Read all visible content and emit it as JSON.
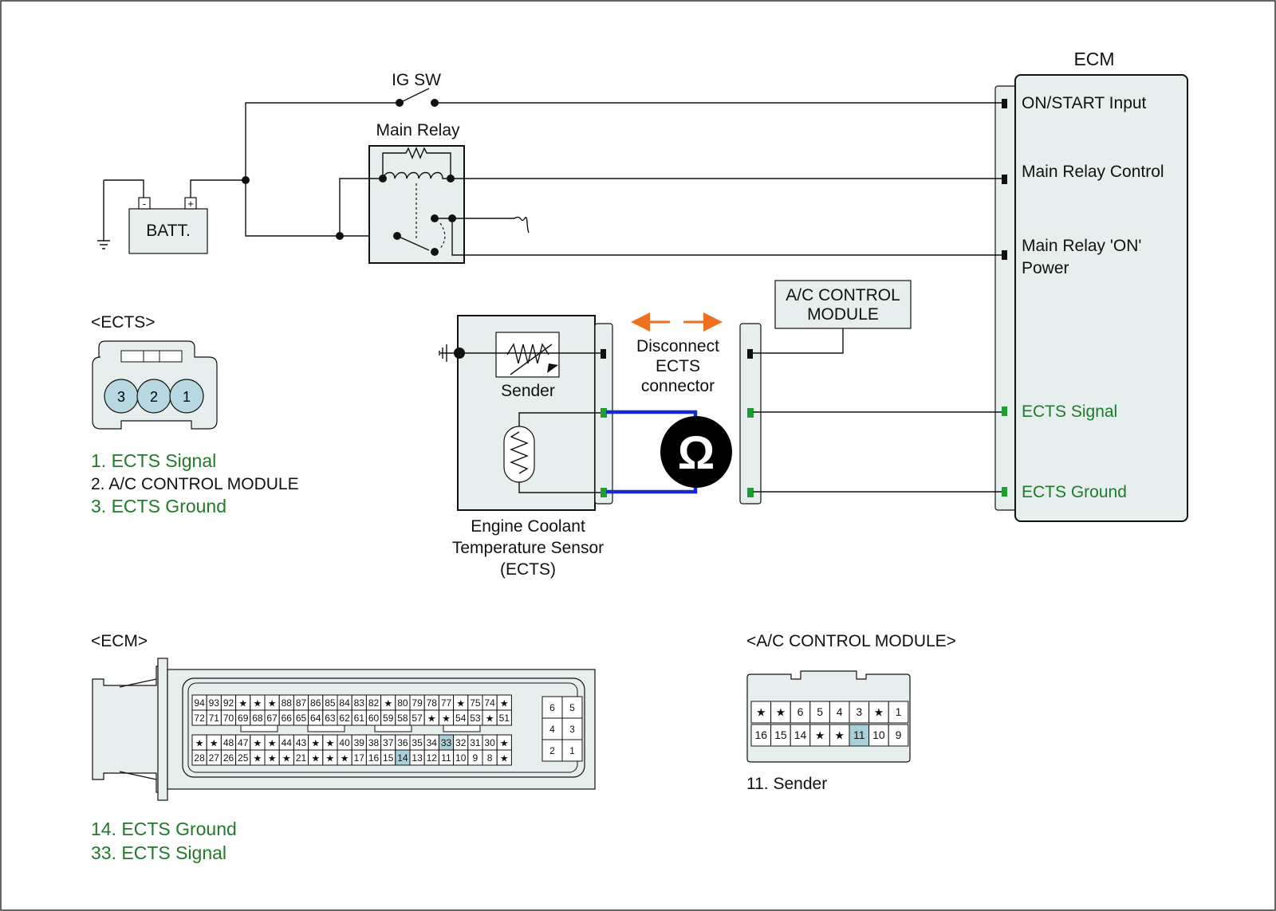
{
  "ecm": {
    "title": "ECM",
    "pins": {
      "on_start": "ON/START Input",
      "main_relay_control": "Main Relay Control",
      "main_relay_on_1": "Main Relay 'ON'",
      "main_relay_on_2": "Power",
      "ects_signal": "ECTS Signal",
      "ects_ground": "ECTS Ground"
    }
  },
  "power": {
    "ig_sw": "IG SW",
    "main_relay": "Main Relay",
    "battery": "BATT.",
    "minus": "-",
    "plus": "+"
  },
  "ac_module": {
    "line1": "A/C CONTROL",
    "line2": "MODULE"
  },
  "sender": {
    "label": "Sender"
  },
  "disconnect": {
    "line1": "Disconnect",
    "line2": "ECTS",
    "line3": "connector"
  },
  "ohm": "Ω",
  "ects_sensor": {
    "line1": "Engine Coolant",
    "line2": "Temperature Sensor",
    "line3": "(ECTS)"
  },
  "ects_connector": {
    "title": "<ECTS>",
    "pins": [
      "3",
      "2",
      "1"
    ],
    "legend": [
      {
        "text": "1. ECTS Signal",
        "color": "#1f7a2a"
      },
      {
        "text": "2. A/C CONTROL MODULE",
        "color": "#111111"
      },
      {
        "text": "3. ECTS Ground",
        "color": "#1f7a2a"
      }
    ]
  },
  "ecm_connector": {
    "title": "<ECM>",
    "row1": [
      "94",
      "93",
      "92",
      "★",
      "★",
      "★",
      "88",
      "87",
      "86",
      "85",
      "84",
      "83",
      "82",
      "★",
      "80",
      "79",
      "78",
      "77",
      "★",
      "75",
      "74",
      "★"
    ],
    "row2": [
      "72",
      "71",
      "70",
      "69",
      "68",
      "67",
      "66",
      "65",
      "64",
      "63",
      "62",
      "61",
      "60",
      "59",
      "58",
      "57",
      "★",
      "★",
      "54",
      "53",
      "★",
      "51"
    ],
    "row3": [
      "★",
      "★",
      "48",
      "47",
      "★",
      "★",
      "44",
      "43",
      "★",
      "★",
      "40",
      "39",
      "38",
      "37",
      "36",
      "35",
      "34",
      "33",
      "32",
      "31",
      "30",
      "★"
    ],
    "row4": [
      "28",
      "27",
      "26",
      "25",
      "★",
      "★",
      "★",
      "21",
      "★",
      "★",
      "★",
      "17",
      "16",
      "15",
      "14",
      "13",
      "12",
      "11",
      "10",
      "9",
      "8",
      "★"
    ],
    "aux": [
      [
        "6",
        "5"
      ],
      [
        "4",
        "3"
      ],
      [
        "2",
        "1"
      ]
    ],
    "highlight": [
      "33",
      "14"
    ],
    "legend": [
      {
        "text": "14. ECTS Ground",
        "color": "#1f7a2a"
      },
      {
        "text": "33. ECTS Signal",
        "color": "#1f7a2a"
      }
    ]
  },
  "ac_connector": {
    "title": "<A/C CONTROL MODULE>",
    "row1": [
      "★",
      "★",
      "6",
      "5",
      "4",
      "3",
      "★",
      "1"
    ],
    "row2": [
      "16",
      "15",
      "14",
      "★",
      "★",
      "11",
      "10",
      "9"
    ],
    "highlight": [
      "11"
    ],
    "legend": [
      {
        "text": "11. Sender",
        "color": "#111111"
      }
    ]
  },
  "colors": {
    "panel_fill": "#e6efee",
    "pin_fill": "#b7d8e0",
    "highlight": "#a9cfd9",
    "signal_green": "#1f7a2a",
    "terminal_green": "#1e9e2e",
    "harness_blue": "#1428d6",
    "arrow_orange": "#f07020"
  }
}
